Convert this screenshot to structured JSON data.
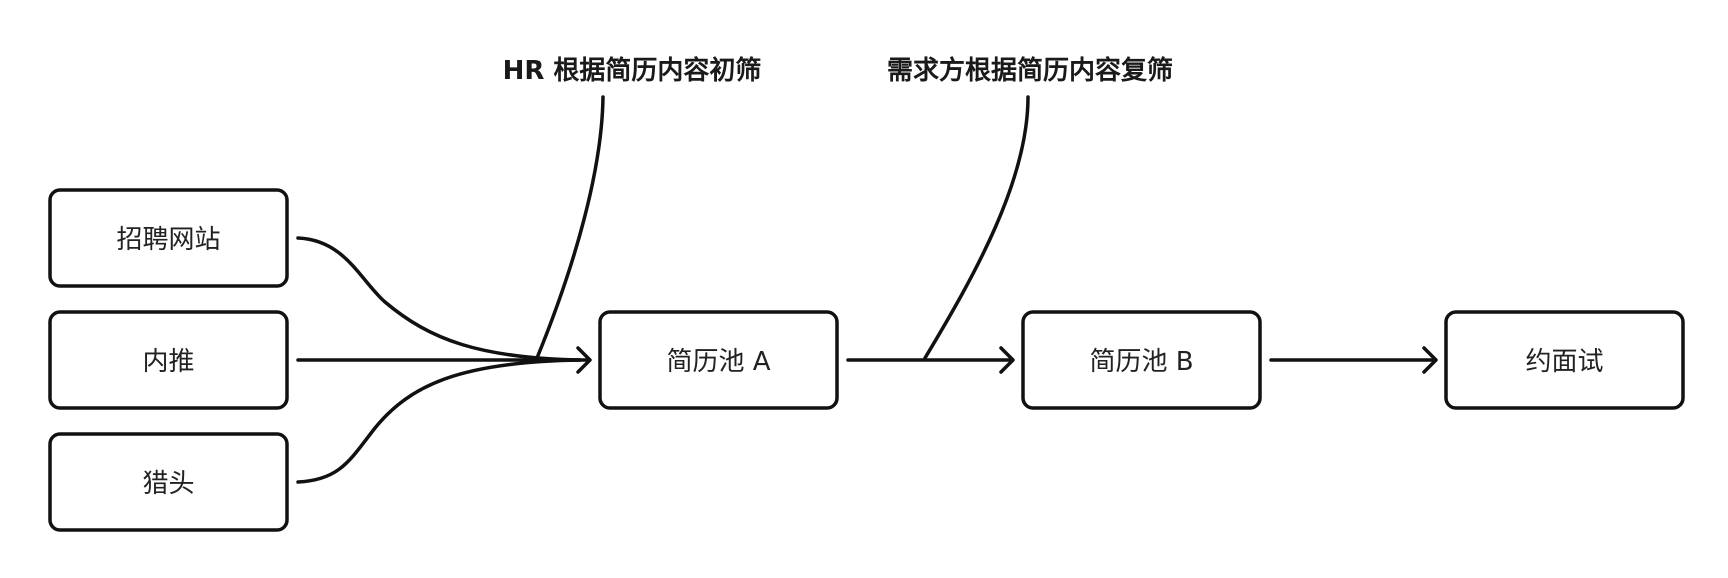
{
  "nodes": {
    "recruit_site": "招聘网站",
    "referral": "内推",
    "headhunter": "猎头",
    "pool_a": "简历池 A",
    "pool_b": "简历池 B",
    "interview": "约面试"
  },
  "annotations": {
    "hr_screen": "HR 根据简历内容初筛",
    "demand_screen": "需求方根据简历内容复筛"
  },
  "colors": {
    "stroke": "#111111",
    "text": "#222222",
    "background": "#ffffff"
  }
}
